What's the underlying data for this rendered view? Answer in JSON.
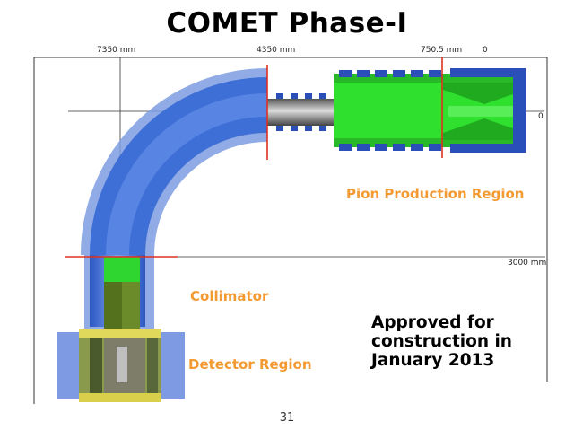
{
  "slide": {
    "title": "COMET Phase-I",
    "page_number": "31"
  },
  "dimensions": {
    "dim_7350": "7350 mm",
    "dim_4350": "4350 mm",
    "dim_750": "750.5 mm",
    "dim_zero_top": "0",
    "dim_zero_right": "0",
    "dim_3000": "3000 mm"
  },
  "labels": {
    "pion_production": "Pion  Production Region",
    "collimator": "Collimator",
    "detector": "Detector Region"
  },
  "approval": {
    "line1": "Approved for",
    "line2": "construction in",
    "line3": "January 2013"
  },
  "colors": {
    "solenoid_blue": "#3d6fd6",
    "target_green": "#2fe02f",
    "region_orange": "#f39a32",
    "marker_red": "#e0301e"
  }
}
